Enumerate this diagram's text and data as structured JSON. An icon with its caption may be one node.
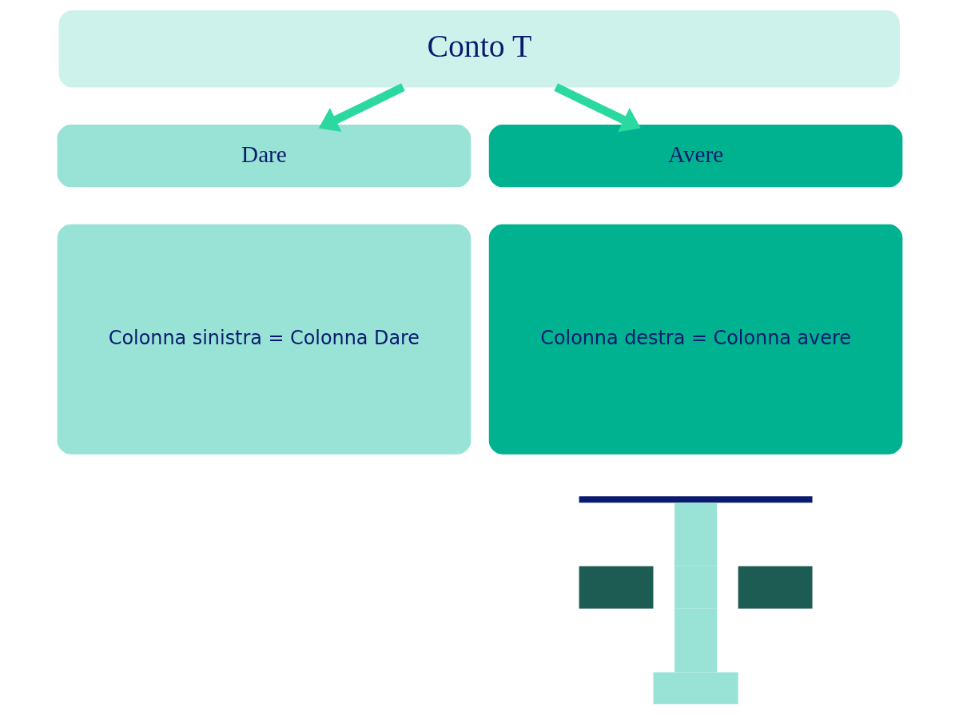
{
  "diagram": {
    "nodes": [
      {
        "text": [
          "Conto T"
        ]
      },
      {
        "text": [
          "Dare"
        ]
      },
      {
        "text": [
          "Avere"
        ]
      },
      {
        "text": [
          "Colonna sinistra = Colonna Dare"
        ]
      },
      {
        "text": [
          "Colonna destra = Colonna avere"
        ]
      },
      {
        "text": [],
        "shape": "picture"
      }
    ],
    "edges": [
      {
        "from": 0,
        "to": 1,
        "arrow": "to"
      },
      {
        "from": 0,
        "to": 2,
        "arrow": "to"
      }
    ]
  }
}
